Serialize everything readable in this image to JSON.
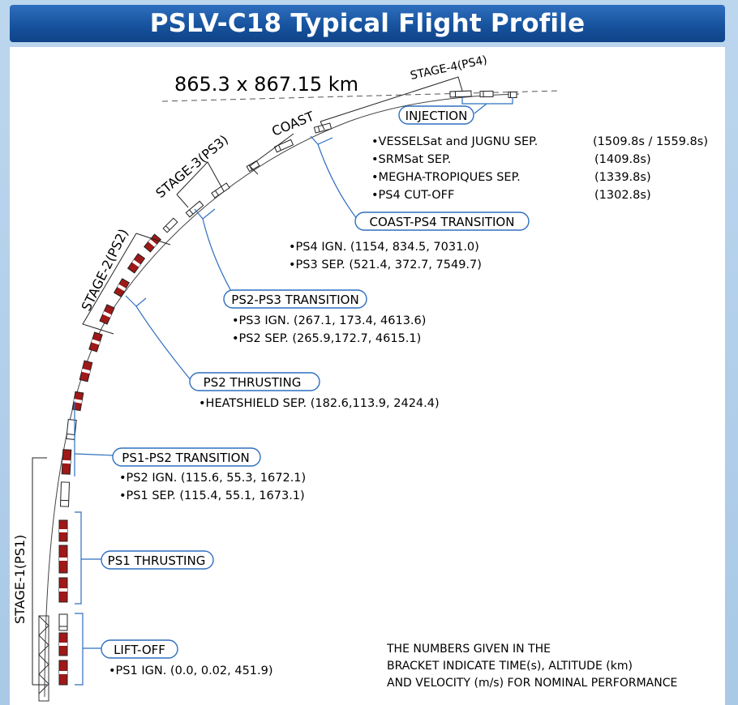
{
  "title": "PSLV-C18 Typical Flight Profile",
  "orbit": "865.3 x 867.15 km",
  "stages": {
    "stage1": "STAGE-1(PS1)",
    "stage2": "STAGE-2(PS2)",
    "stage3": "STAGE-3(PS3)",
    "coast": "COAST",
    "stage4": "STAGE-4(PS4)"
  },
  "events": {
    "injection": {
      "label": "INJECTION",
      "items": [
        {
          "text": "•VESSELSat and JUGNU SEP.",
          "value": "(1509.8s / 1559.8s)"
        },
        {
          "text": "•SRMSat SEP.",
          "value": "(1409.8s)"
        },
        {
          "text": "•MEGHA-TROPIQUES SEP.",
          "value": "(1339.8s)"
        },
        {
          "text": "•PS4 CUT-OFF",
          "value": "(1302.8s)"
        }
      ]
    },
    "coast_ps4": {
      "label": "COAST-PS4 TRANSITION",
      "items": [
        "•PS4 IGN. (1154, 834.5, 7031.0)",
        "•PS3 SEP. (521.4, 372.7, 7549.7)"
      ]
    },
    "ps2_ps3": {
      "label": "PS2-PS3 TRANSITION",
      "items": [
        "•PS3 IGN. (267.1, 173.4, 4613.6)",
        "•PS2 SEP. (265.9,172.7, 4615.1)"
      ]
    },
    "ps2_thrusting": {
      "label": "PS2 THRUSTING",
      "items": [
        "•HEATSHIELD SEP. (182.6,113.9, 2424.4)"
      ]
    },
    "ps1_ps2": {
      "label": "PS1-PS2 TRANSITION",
      "items": [
        "•PS2 IGN. (115.6, 55.3, 1672.1)",
        "•PS1 SEP. (115.4, 55.1, 1673.1)"
      ]
    },
    "ps1_thrusting": {
      "label": "PS1 THRUSTING"
    },
    "liftoff": {
      "label": "LIFT-OFF",
      "items": [
        "•PS1 IGN. (0.0, 0.02, 451.9)"
      ]
    }
  },
  "note": [
    "THE NUMBERS GIVEN IN THE",
    "BRACKET INDICATE TIME(s), ALTITUDE (km)",
    "AND VELOCITY (m/s) FOR NOMINAL PERFORMANCE"
  ],
  "colors": {
    "title_bg": "#17539e",
    "frame": "#a9c9e6",
    "callout_line": "#2f6fbf",
    "rocket_red": "#a01818"
  }
}
